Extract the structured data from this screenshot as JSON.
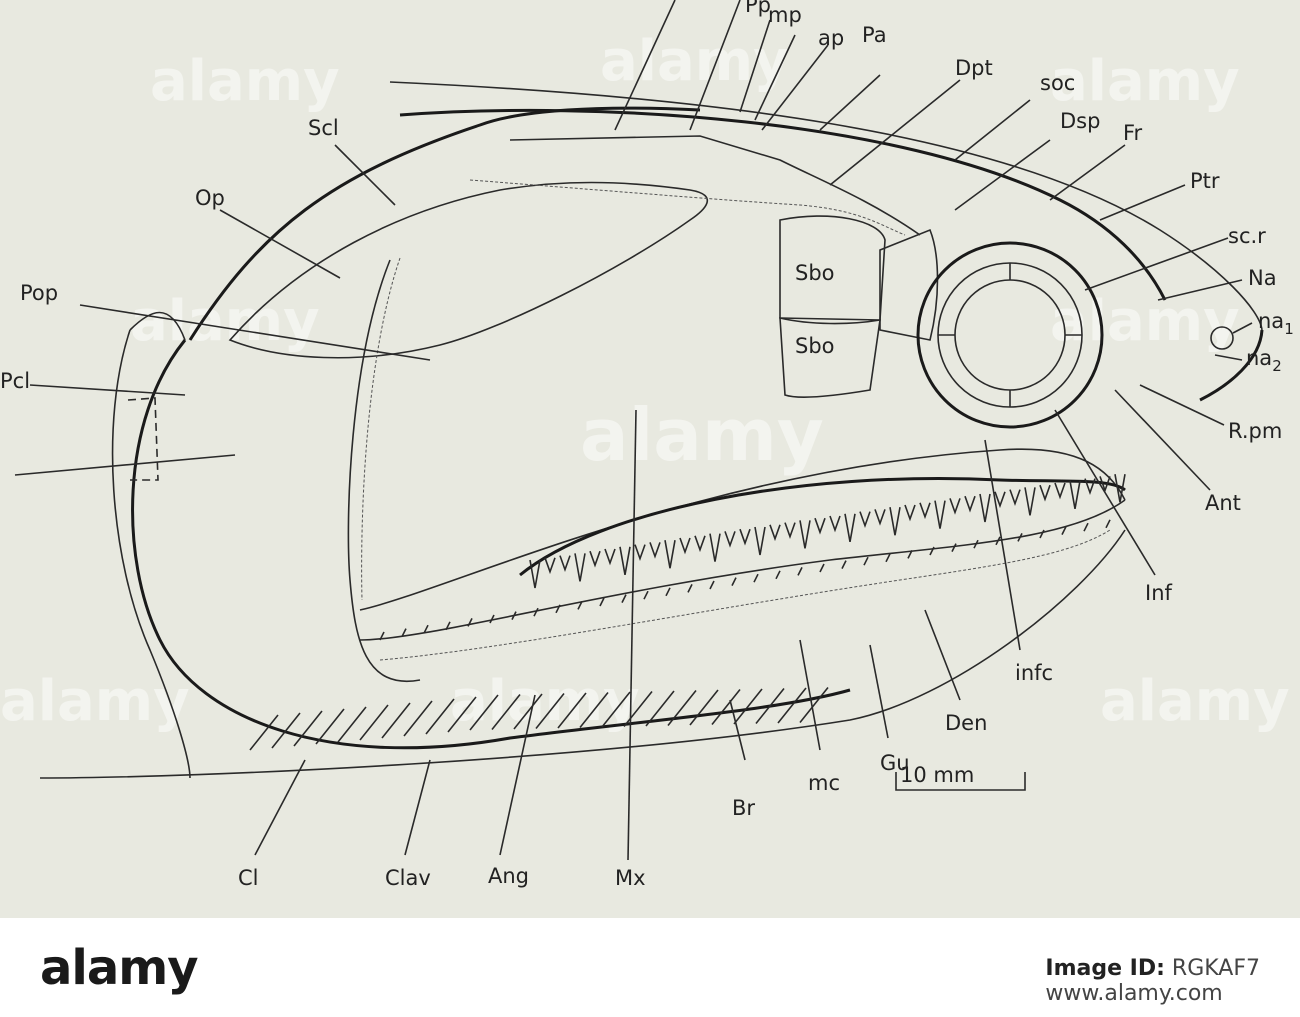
{
  "labels": {
    "pp": "Pp",
    "mp": "mp",
    "ap": "ap",
    "pa": "Pa",
    "dpt": "Dpt",
    "soc": "soc",
    "dsp": "Dsp",
    "fr": "Fr",
    "ptr": "Ptr",
    "scr": "sc.r",
    "na": "Na",
    "na1": "na",
    "na1_sub": "1",
    "na2": "na",
    "na2_sub": "2",
    "rpm": "R.pm",
    "ant": "Ant",
    "inf": "Inf",
    "infc": "infc",
    "den": "Den",
    "gu": "Gu",
    "mc": "mc",
    "br": "Br",
    "mx": "Mx",
    "ang": "Ang",
    "clav": "Clav",
    "cl": "Cl",
    "scl": "Scl",
    "op": "Op",
    "pop": "Pop",
    "pcl": "Pcl",
    "sbo_upper": "Sbo",
    "sbo_lower": "Sbo"
  },
  "scale_bar": {
    "label": "10 mm"
  },
  "watermark": {
    "text": "alamy"
  },
  "footer": {
    "logo": "alamy",
    "image_id_label": "Image ID:",
    "image_id": "RGKAF7",
    "site": "www.alamy.com"
  }
}
